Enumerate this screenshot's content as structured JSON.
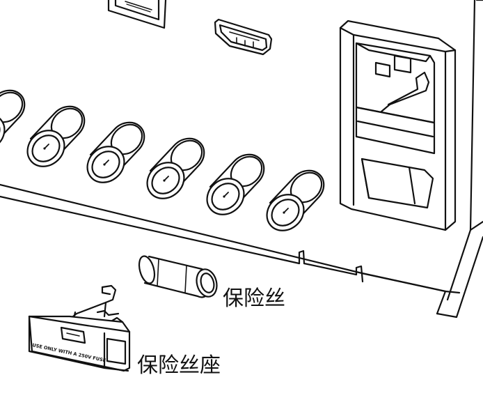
{
  "labels": {
    "fuse": "保险丝",
    "fuse_holder": "保险丝座"
  },
  "fuse_holder_print": "USE ONLY WITH A 250V FUSE",
  "bnc_connector_count": 6,
  "icons": {
    "lan_port": "lan-port-icon",
    "hdmi_port": "hdmi-port-icon",
    "power_inlet": "power-inlet-icon",
    "power_switch": "rocker-switch-icon",
    "bnc": "bnc-connector-icon",
    "fuse": "cartridge-fuse-icon",
    "fuse_holder": "fuse-holder-icon"
  },
  "colors": {
    "line": "#111111",
    "fill": "#ffffff",
    "shade": "#e6e6e6"
  }
}
